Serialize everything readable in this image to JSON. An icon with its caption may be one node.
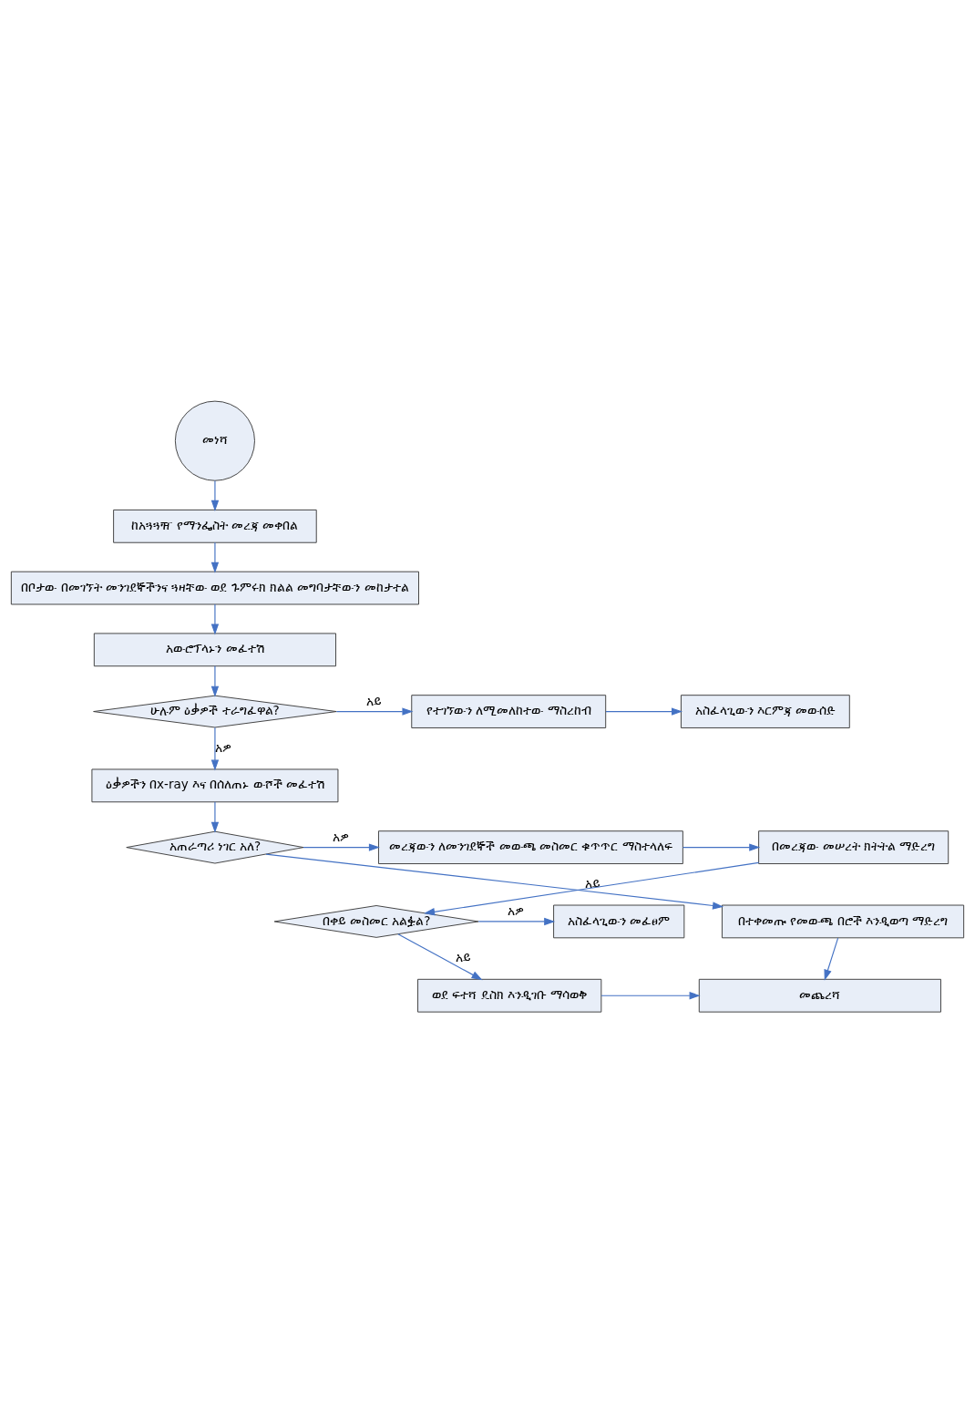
{
  "diagram": {
    "nodes": [
      {
        "text": [
          "መነሻ"
        ]
      },
      {
        "text": [
          "ከአጓጓዥ የማንፌስት መረጃ መቀበል"
        ]
      },
      {
        "text": [
          "በቦታው በመገኘት መንገደኞችንና ጓዛቸው ወደ ጉምሩክ ክልል መግባታቸውን መከታተል"
        ]
      },
      {
        "text": [
          "አውሮፕላኑን መፈተሽ"
        ]
      },
      {
        "text": [
          "ሁሉም ዕቃዎች ተራግፈዋል?"
        ]
      },
      {
        "text": [
          "የተገኘውን ለሚመለከተው ማስረከብ"
        ]
      },
      {
        "text": [
          "አስፈላጊውን እርምጃ መውሰድ"
        ]
      },
      {
        "text": [
          "ዕቃዎችን በx-ray እና በሰለጠኑ ውሾች መፈተሽ"
        ]
      },
      {
        "text": [
          "አጠራጣሪ ነገር አለ?"
        ]
      },
      {
        "text": [
          "መረጃውን ለመንገደኞች መውጫ መስመር ቁጥጥር ማስተላለፍ"
        ]
      },
      {
        "text": [
          "በመረጃው መሠረት ክትትል ማድረግ"
        ]
      },
      {
        "text": [
          "በተቀመጡ የመውጫ በሮች እንዲወጣ ማድረግ"
        ]
      },
      {
        "text": [
          "በቀይ መስመር አልፏል?"
        ]
      },
      {
        "text": [
          "አስፈላጊውን መፈፀም"
        ]
      },
      {
        "text": [
          "ወደ ፍተሻ ዴስክ እንዲገቡ ማሳወቅ"
        ]
      },
      {
        "text": [
          "መጨረሻ"
        ]
      }
    ],
    "edges": [
      {
        "from": 0,
        "to": 1,
        "arrow": "to"
      },
      {
        "from": 1,
        "to": 2,
        "arrow": "to"
      },
      {
        "from": 2,
        "to": 3,
        "arrow": "to"
      },
      {
        "from": 3,
        "to": 4,
        "arrow": "to"
      },
      {
        "from": 4,
        "to": 5,
        "arrow": "to",
        "label": "አይ"
      },
      {
        "from": 5,
        "to": 6,
        "arrow": "to"
      },
      {
        "from": 4,
        "to": 7,
        "arrow": "to",
        "label": "አዎ"
      },
      {
        "from": 7,
        "to": 8,
        "arrow": "to"
      },
      {
        "from": 8,
        "to": 9,
        "arrow": "to",
        "label": "አዎ"
      },
      {
        "from": 9,
        "to": 10,
        "arrow": "to"
      },
      {
        "from": 10,
        "to": 12,
        "arrow": "to"
      },
      {
        "from": 8,
        "to": 11,
        "arrow": "to",
        "label": "አይ"
      },
      {
        "from": 11,
        "to": 15,
        "arrow": "to"
      },
      {
        "from": 12,
        "to": 13,
        "arrow": "to",
        "label": "አዎ"
      },
      {
        "from": 12,
        "to": 14,
        "arrow": "to",
        "label": "አይ"
      },
      {
        "from": 14,
        "to": 15,
        "arrow": "to"
      }
    ]
  }
}
